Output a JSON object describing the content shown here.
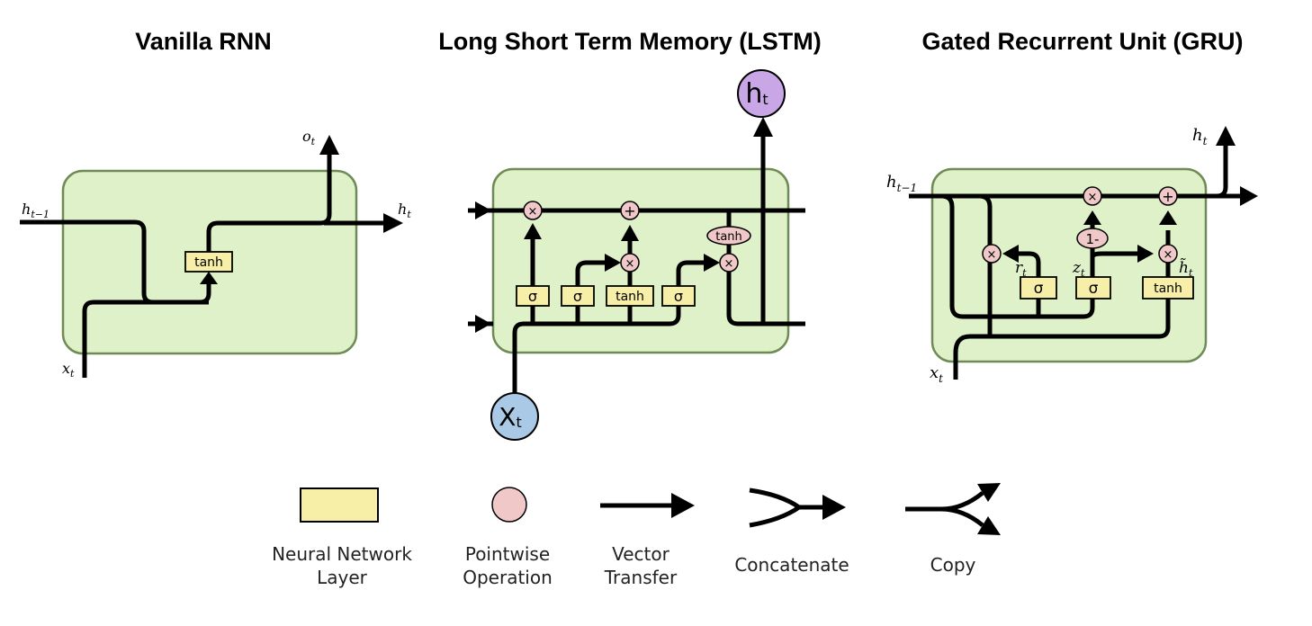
{
  "titles": {
    "rnn": "Vanilla RNN",
    "lstm": "Long Short Term Memory (LSTM)",
    "gru": "Gated Recurrent Unit (GRU)"
  },
  "rnn": {
    "layer_label": "tanh",
    "input_label": "x",
    "input_sub": "t",
    "prev_hidden_label": "h",
    "prev_hidden_sub": "t−1",
    "hidden_label": "h",
    "hidden_sub": "t",
    "output_label": "o",
    "output_sub": "t"
  },
  "lstm": {
    "output_label": "h",
    "output_sub": "t",
    "input_label": "X",
    "input_sub": "t",
    "layers": [
      "σ",
      "σ",
      "tanh",
      "σ"
    ],
    "ops": [
      "×",
      "+",
      "×",
      "×"
    ],
    "cell_tanh": "tanh"
  },
  "gru": {
    "prev_hidden_label": "h",
    "prev_hidden_sub": "t−1",
    "output_label": "h",
    "output_sub": "t",
    "input_label": "x",
    "input_sub": "t",
    "layers": [
      "σ",
      "σ",
      "tanh"
    ],
    "ops": [
      "×",
      "+",
      "×",
      "×"
    ],
    "one_minus": "1-",
    "reset_label": "r",
    "reset_sub": "t",
    "update_label": "z",
    "update_sub": "t",
    "candidate_label": "h̃",
    "candidate_sub": "t"
  },
  "legend": {
    "layer": [
      "Neural Network",
      "Layer"
    ],
    "pointwise": [
      "Pointwise",
      "Operation"
    ],
    "vector": [
      "Vector",
      "Transfer"
    ],
    "concatenate": "Concatenate",
    "copy": "Copy"
  },
  "colors": {
    "cell_box": "#dff1c8",
    "layer": "#f7eea8",
    "pointwise": "#f0c8c8",
    "lstm_output": "#c9a6e6",
    "lstm_input": "#a9c9e6"
  }
}
